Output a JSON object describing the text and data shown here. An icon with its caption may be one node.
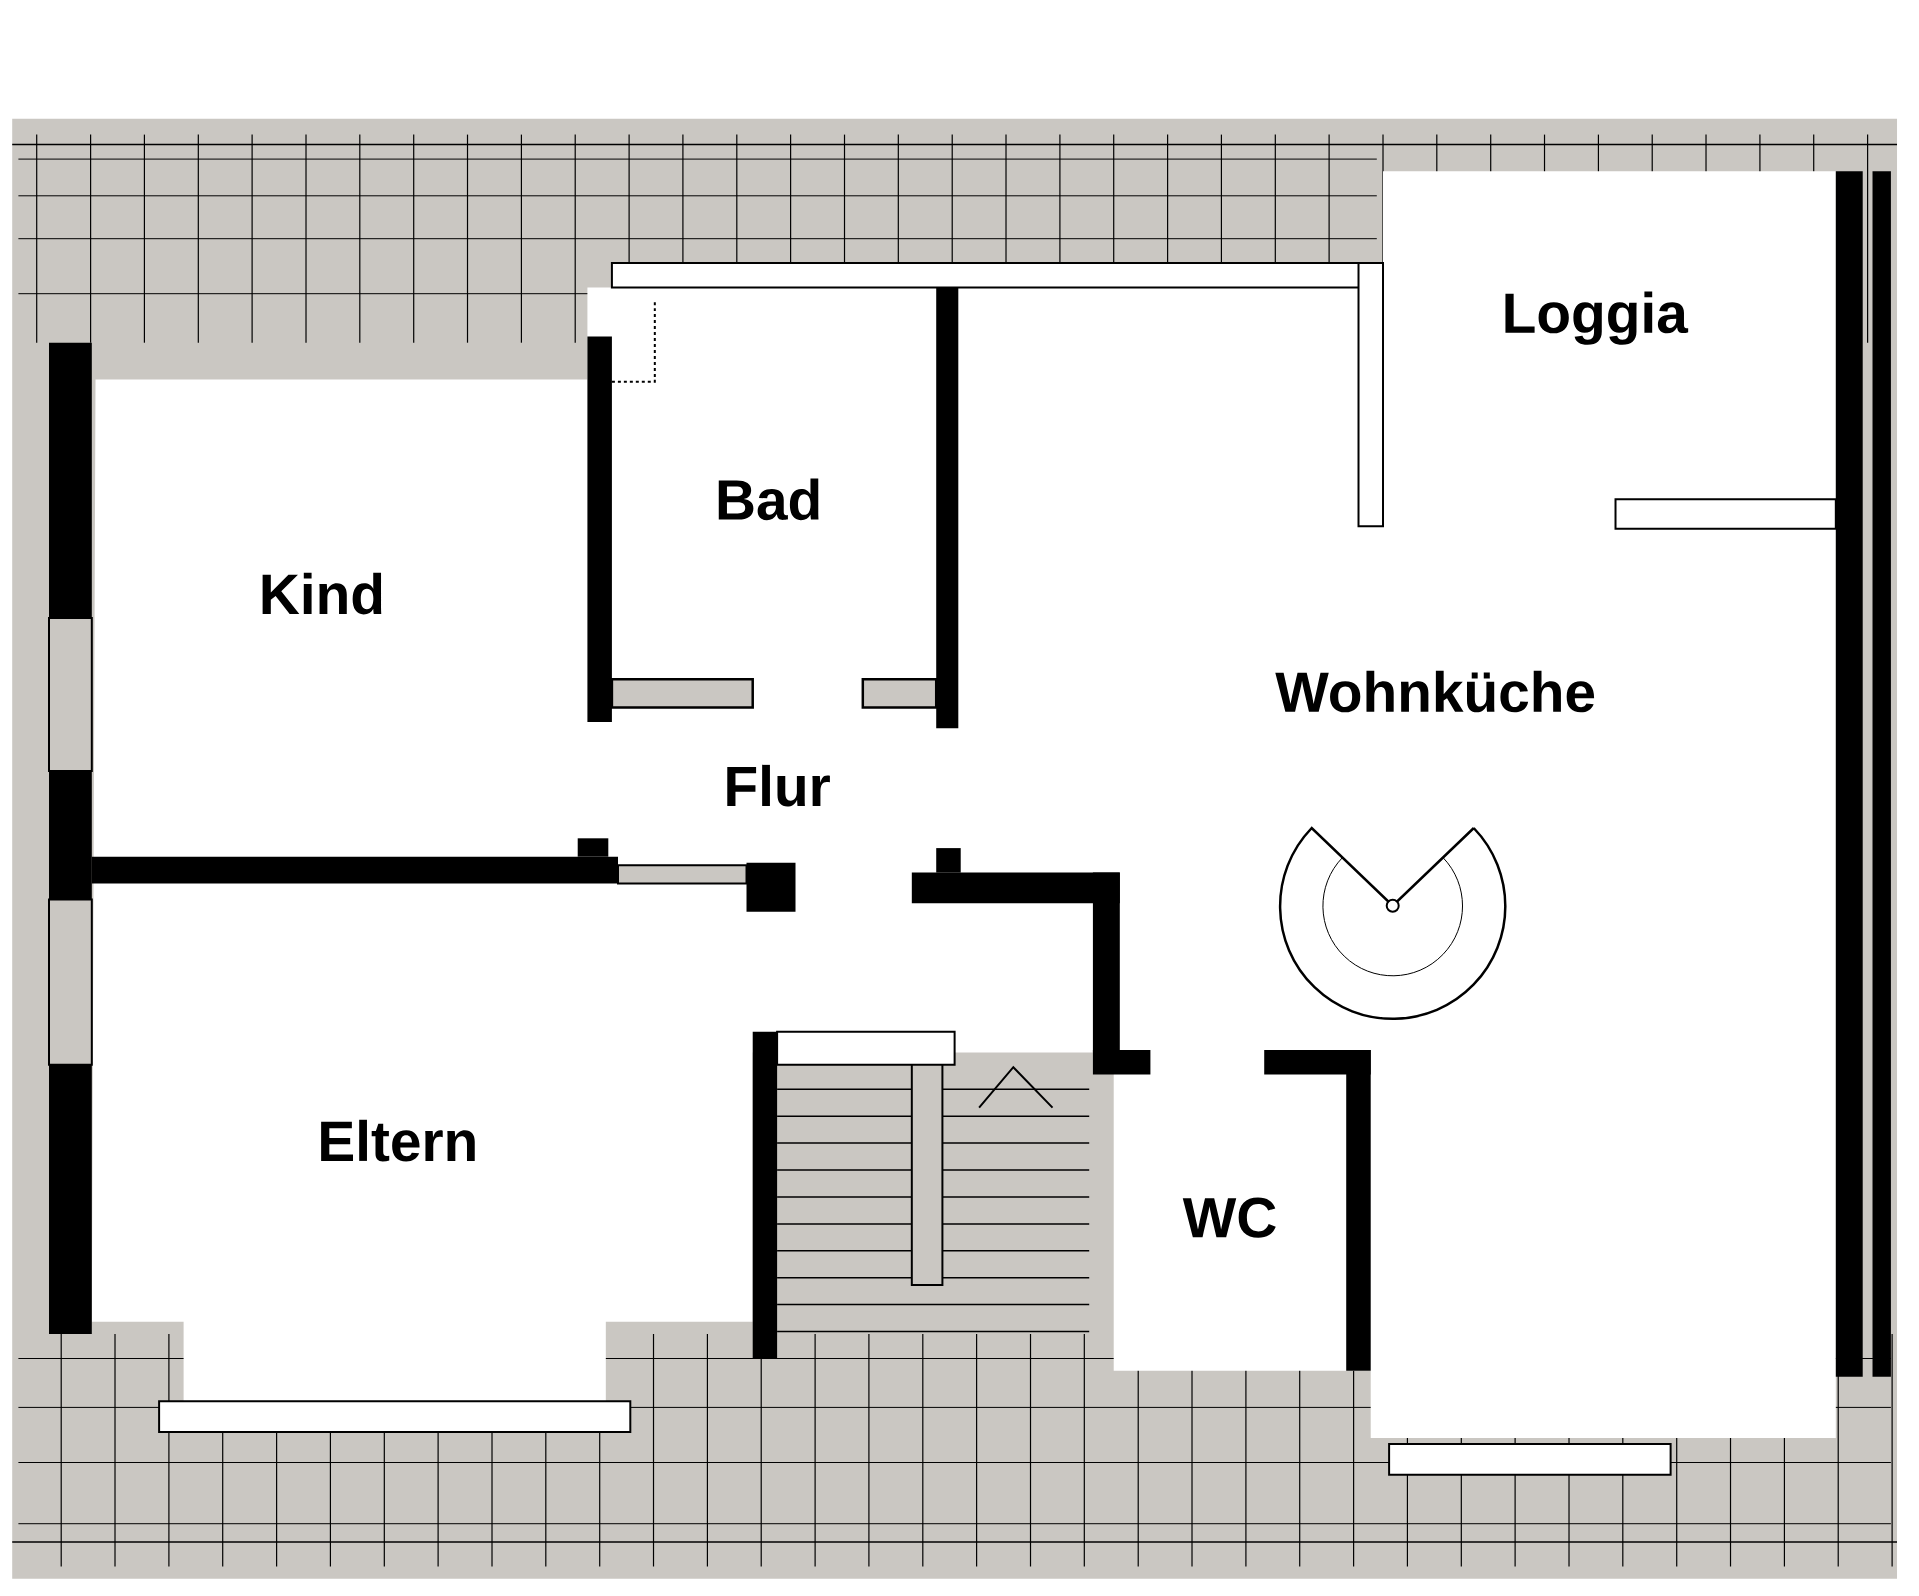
{
  "diagram": {
    "labels": [
      "Loggia",
      "Bad",
      "Kind",
      "Wohnküche",
      "Flur",
      "Eltern",
      "WC"
    ]
  }
}
